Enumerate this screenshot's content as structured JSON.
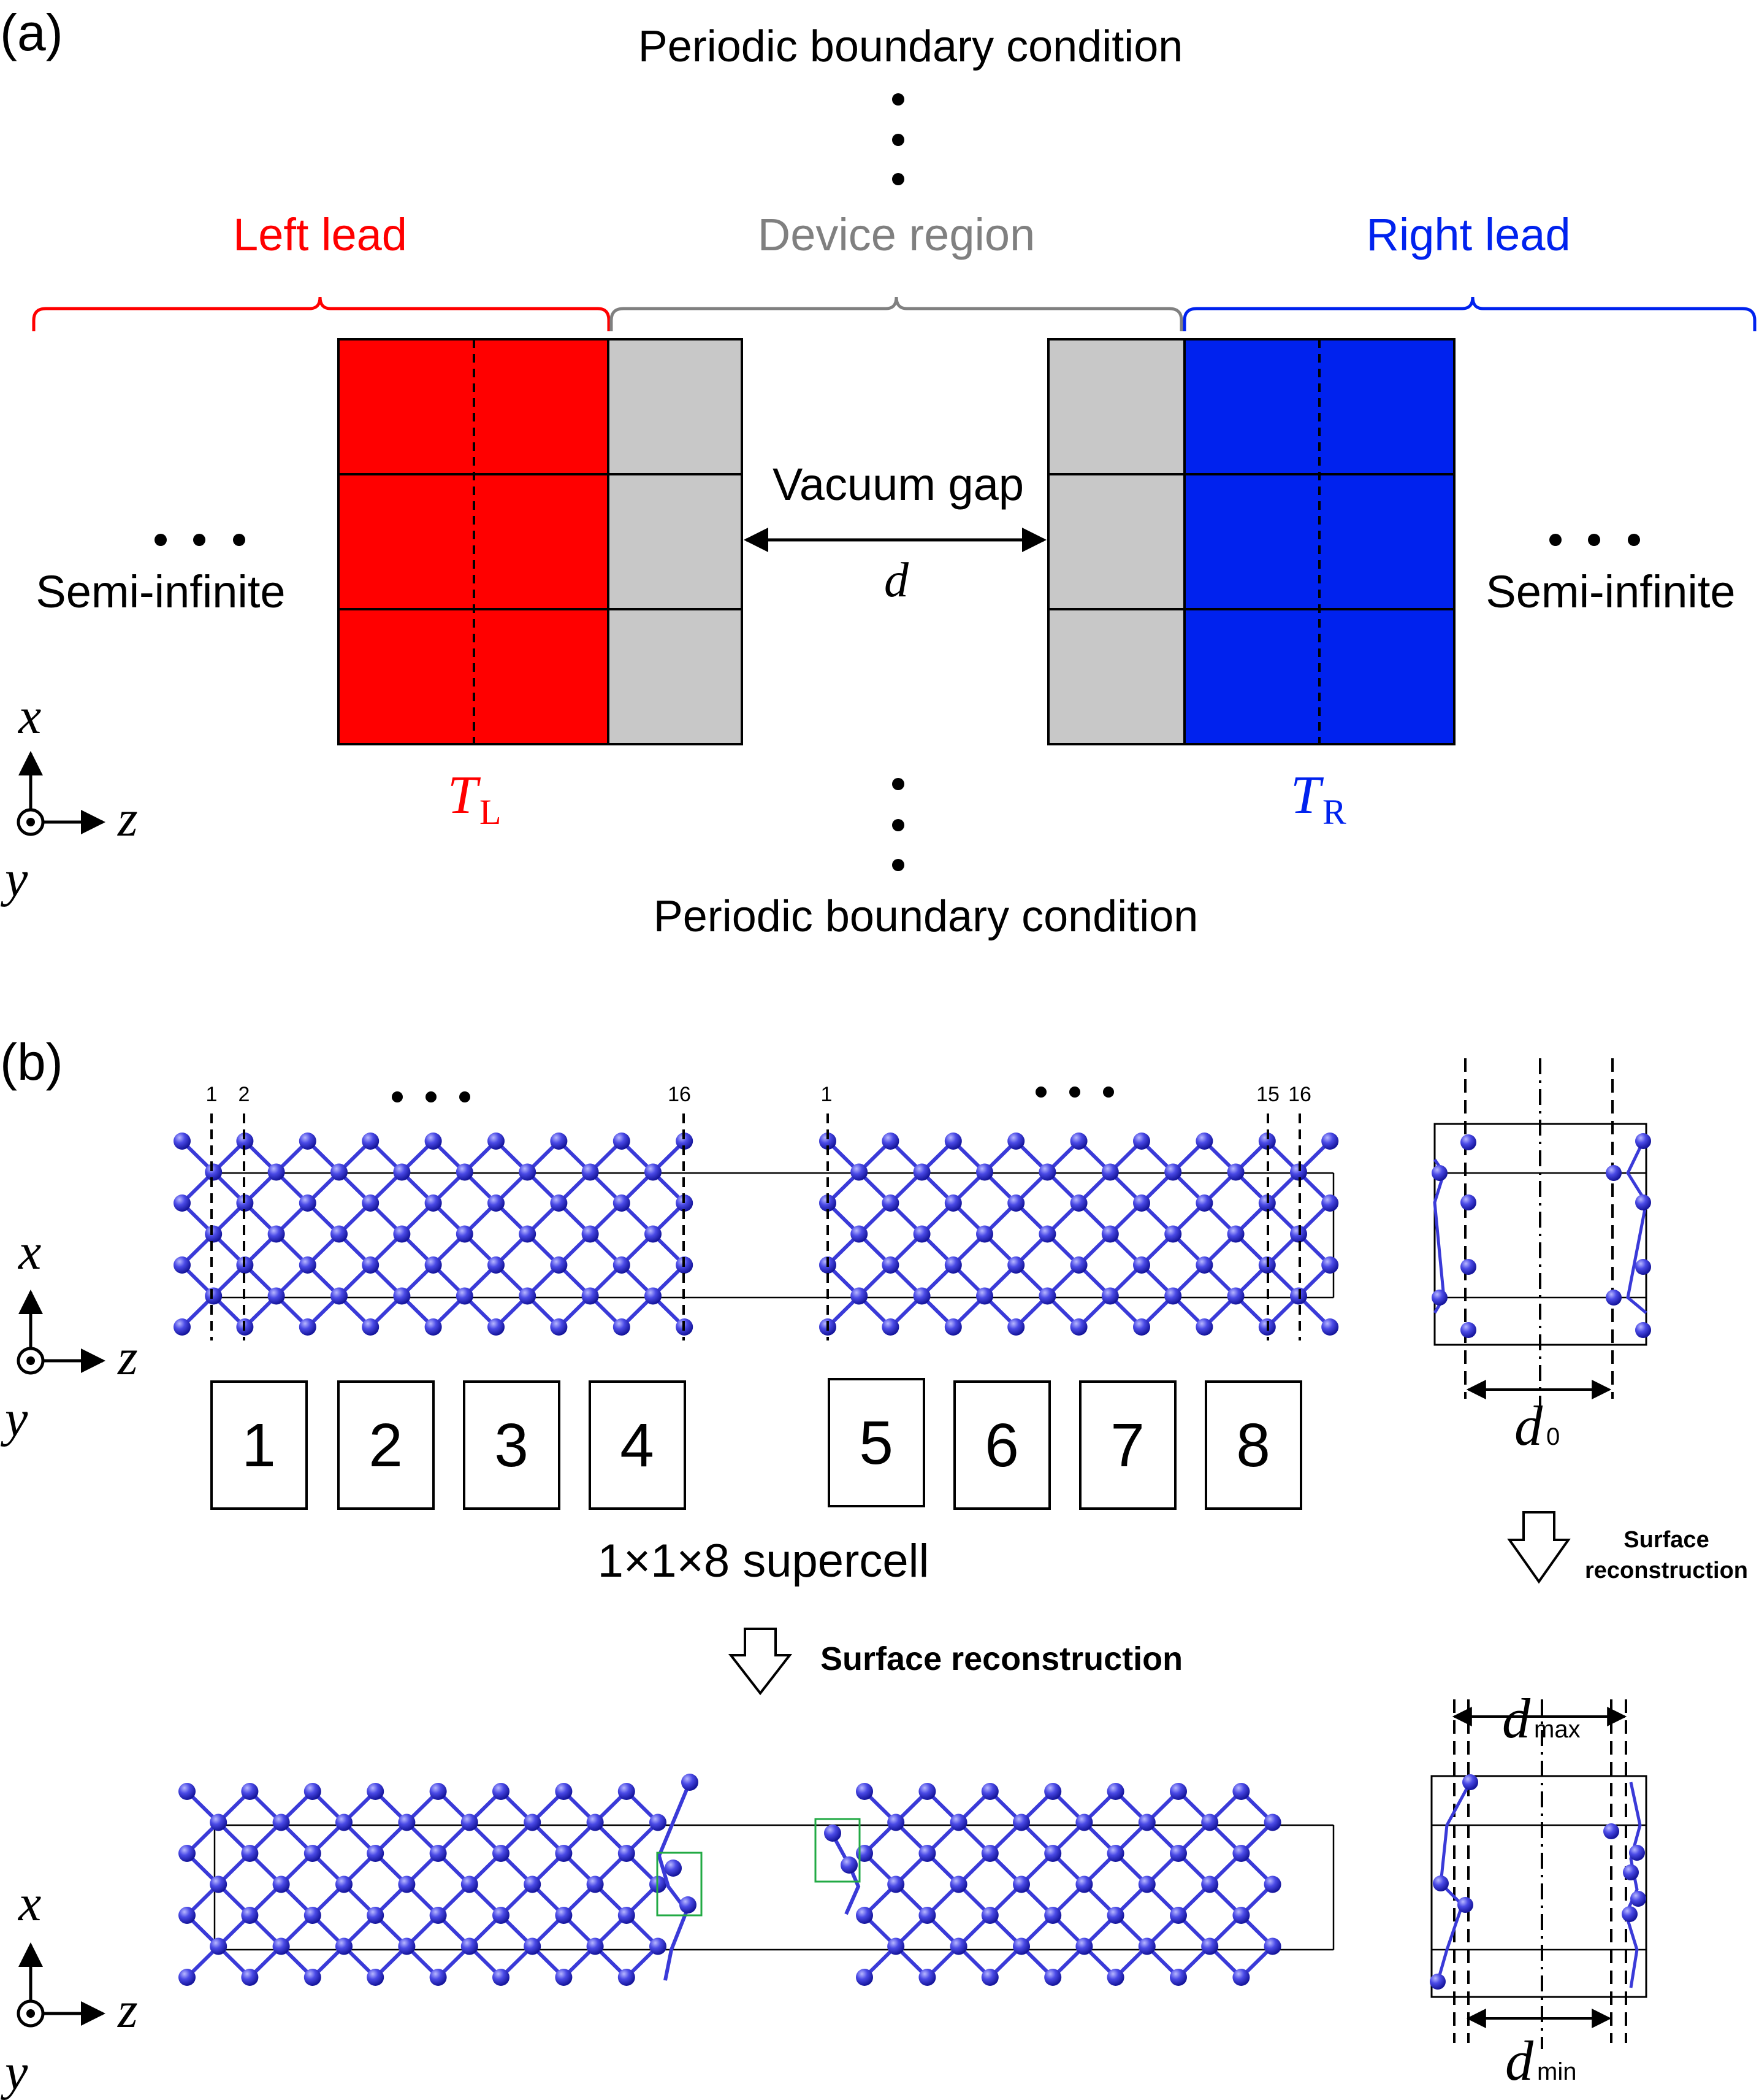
{
  "panel_a": {
    "label": "(a)",
    "pbc_top": "Periodic boundary condition",
    "pbc_bottom": "Periodic boundary condition",
    "left_lead": "Left lead",
    "device_region": "Device region",
    "right_lead": "Right lead",
    "semi_left": "Semi-infinite",
    "semi_right": "Semi-infinite",
    "vacuum_gap": "Vacuum gap",
    "gap_symbol": "d",
    "t_left_main": "T",
    "t_left_sub": "L",
    "t_right_main": "T",
    "t_right_sub": "R",
    "axes": {
      "x": "x",
      "z": "z",
      "y": "y"
    },
    "colors": {
      "left": "#ff0000",
      "right": "#0022ee",
      "device": "#c8c8c8",
      "device_text": "#808080"
    }
  },
  "panel_b": {
    "label": "(b)",
    "layer_labels_left": [
      "1",
      "2",
      "16"
    ],
    "layer_labels_right": [
      "1",
      "15",
      "16"
    ],
    "boxes": [
      "1",
      "2",
      "3",
      "4",
      "5",
      "6",
      "7",
      "8"
    ],
    "supercell": "1×1×8 supercell",
    "surface_reconstruction": "Surface reconstruction",
    "surface_word": "Surface",
    "reconstruction_word": "reconstruction",
    "d0_main": "d",
    "d0_sub": "0",
    "dmax_main": "d",
    "dmax_sub": "max",
    "dmin_main": "d",
    "dmin_sub": "min",
    "axes": {
      "x": "x",
      "z": "z",
      "y": "y"
    },
    "colors": {
      "atom": "#2a2ad0",
      "bond": "#3a3ad8",
      "highlight": "#22aa44"
    }
  }
}
